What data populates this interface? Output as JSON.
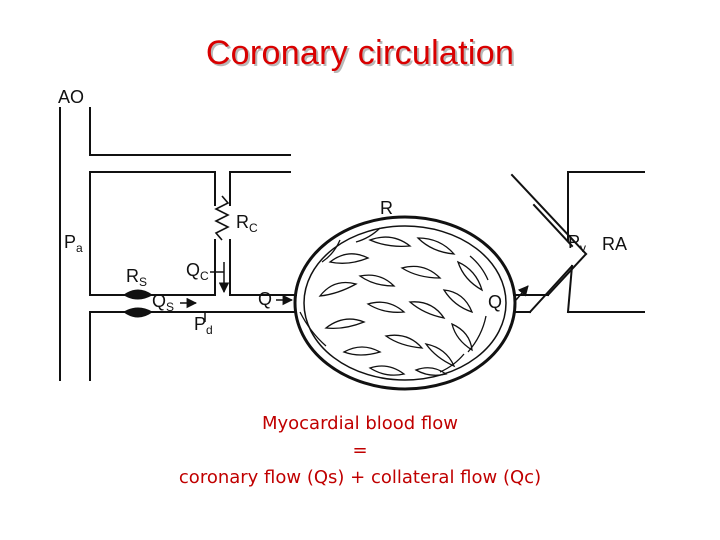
{
  "title": "Coronary circulation",
  "diagram": {
    "labels": {
      "ao": "AO",
      "pa_main": "P",
      "pa_sub": "a",
      "rc_main": "R",
      "rc_sub": "C",
      "qc_main": "Q",
      "qc_sub": "C",
      "rs_main": "R",
      "rs_sub": "S",
      "qs_main": "Q",
      "qs_sub": "S",
      "pd_main": "P",
      "pd_sub": "d",
      "q_in": "Q",
      "q_out": "Q",
      "r": "R",
      "pv_main": "P",
      "pv_sub": "v",
      "ra": "RA"
    }
  },
  "caption": {
    "line1": "Myocardial blood flow",
    "line2": "=",
    "line3": "coronary flow (Qs) + collateral flow (Qc)"
  },
  "colors": {
    "title": "#d90000",
    "caption": "#c00000",
    "lines": "#111111"
  }
}
